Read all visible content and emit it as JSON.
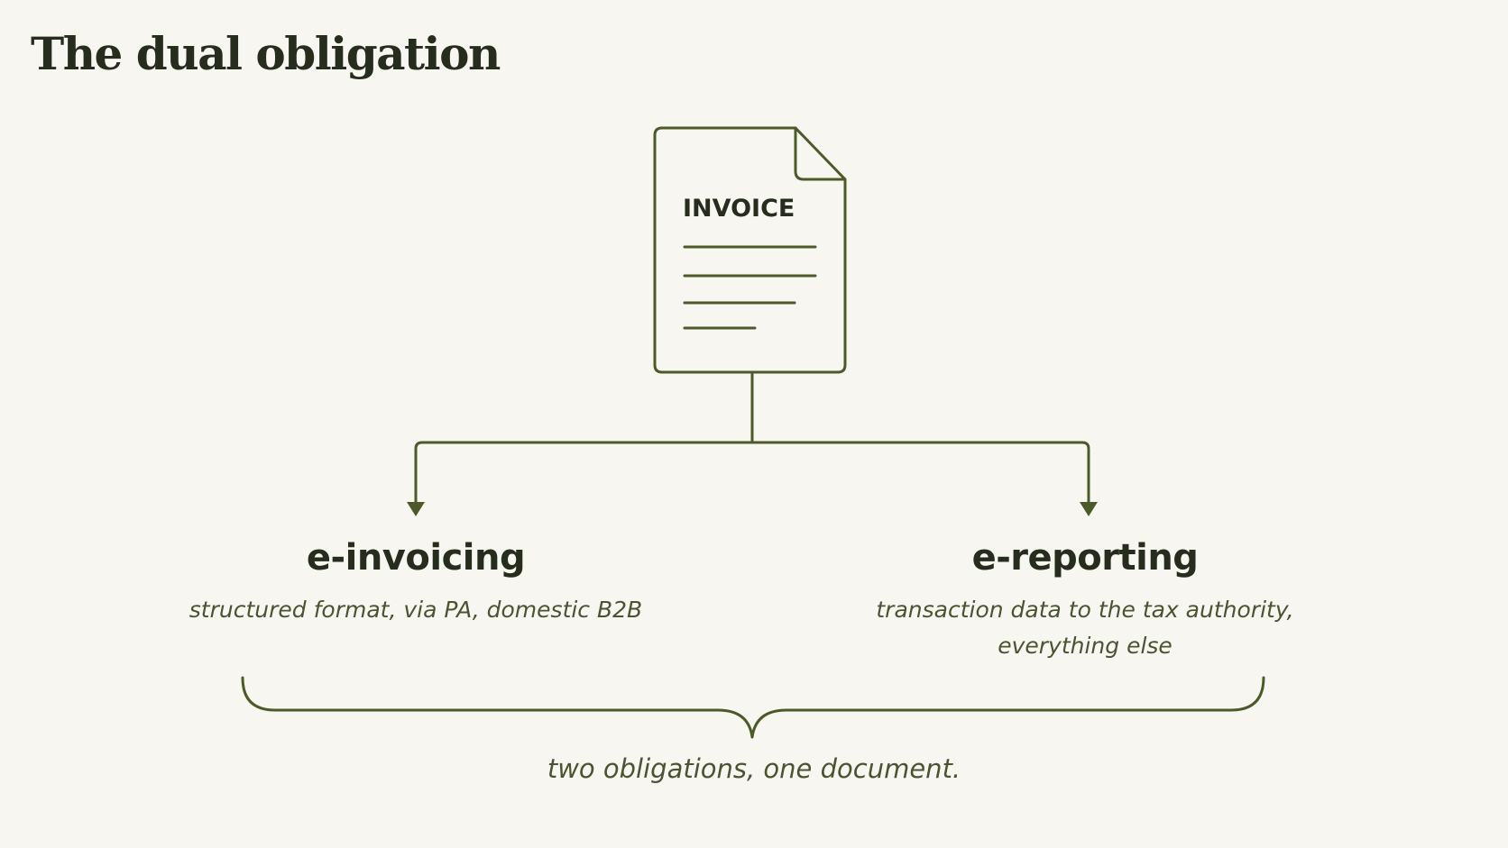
{
  "title": "The dual obligation",
  "document": {
    "label": "INVOICE"
  },
  "branches": [
    {
      "title": "e-invoicing",
      "description_lines": [
        "structured format, via PA, domestic B2B"
      ]
    },
    {
      "title": "e-reporting",
      "description_lines": [
        "transaction data to the tax authority,",
        "everything else"
      ]
    }
  ],
  "caption": "two obligations, one document.",
  "colors": {
    "background": "#f8f6f1",
    "stroke": "#4b5a28",
    "heading": "#262d1c",
    "italic_text": "#4a5432"
  }
}
